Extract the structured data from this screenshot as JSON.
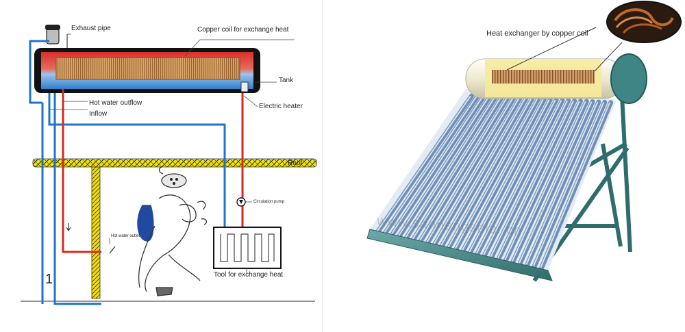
{
  "left_diagram": {
    "labels": {
      "exhaust_pipe": "Exhaust pipe",
      "copper_coil": "Copper coil for exchange heat",
      "tank": "Tank",
      "hot_water_outflow": "Hot water outflow",
      "inflow": "Inflow",
      "electric_heater": "Electric heater",
      "roof": "Roof",
      "circulation_pump": "Circulation pump",
      "hot_water_outlet": "Hot water outlet",
      "tool_exchange_heat": "Tool for exchange heat",
      "step_number": "1"
    },
    "colors": {
      "hot_pipe": "#d42b1c",
      "cold_pipe": "#1e73c8",
      "roof_yellow": "#f2e200",
      "coil_copper": "#c88a4a",
      "tank_shell": "#111111"
    }
  },
  "right_photo": {
    "labels": {
      "heat_exchanger": "Heat exchanger by copper coil",
      "watermark": "www.sannengsolar.cn"
    },
    "colors": {
      "frame_green": "#4b8a8a",
      "tube_blue": "#7a9cc4",
      "tank_cream": "#f3efd9",
      "highlight_yellow": "#f6ea9a"
    }
  }
}
